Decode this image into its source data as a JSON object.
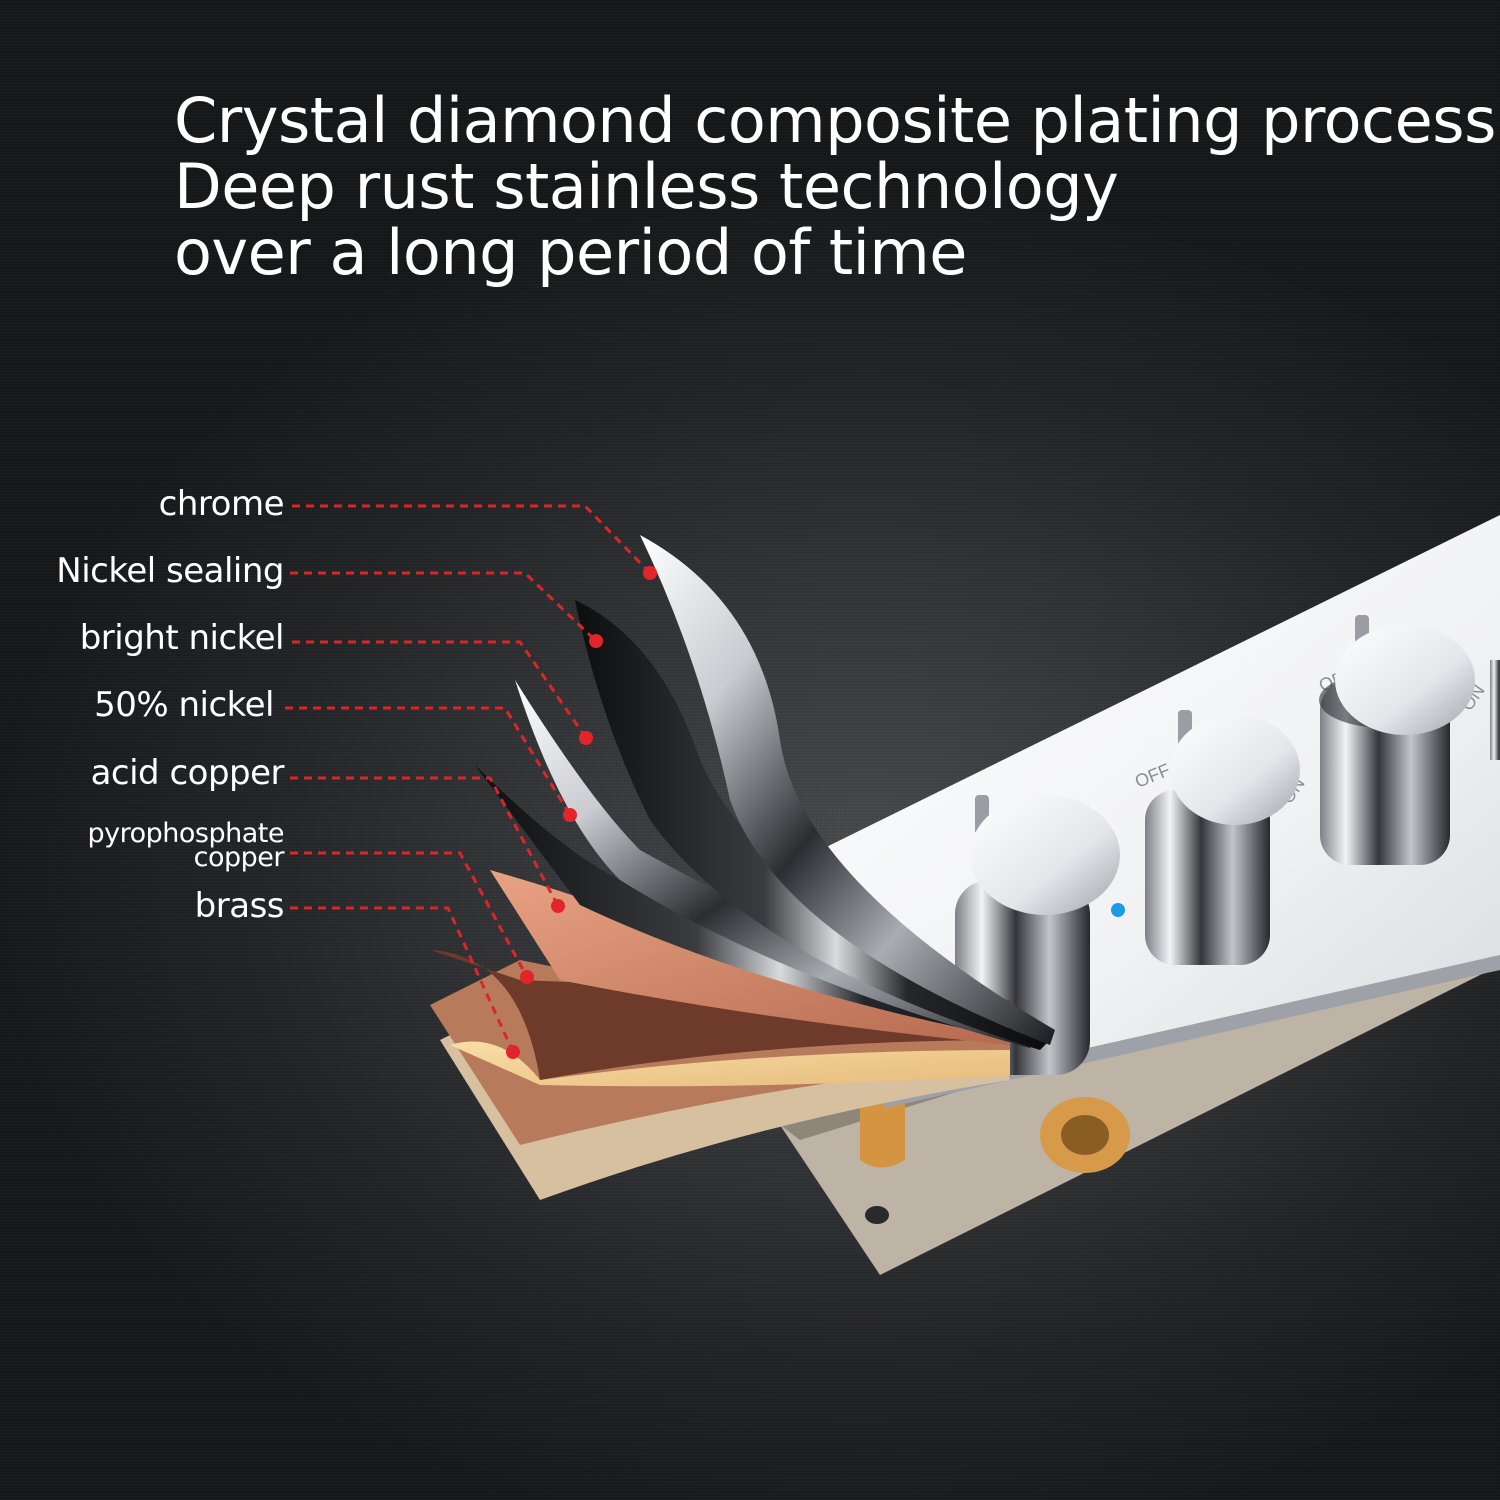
{
  "headline": {
    "line1": "Crystal diamond composite plating process",
    "line2": "Deep rust stainless technology",
    "line3": "over a long period of time"
  },
  "layers": [
    {
      "id": "chrome",
      "label": "chrome"
    },
    {
      "id": "nickel-sealing",
      "label": "Nickel sealing"
    },
    {
      "id": "bright-nickel",
      "label": "bright nickel"
    },
    {
      "id": "50-nickel",
      "label": "50% nickel"
    },
    {
      "id": "acid-copper",
      "label": "acid copper"
    },
    {
      "id": "pyrophosphate-copper",
      "label_line1": "pyrophosphate",
      "label_line2": "copper"
    },
    {
      "id": "brass",
      "label": "brass"
    }
  ],
  "panel": {
    "knob_labels": [
      "OFF",
      "ON",
      "OFF",
      "ON",
      "OFF",
      "ON"
    ]
  },
  "colors": {
    "leader_line": "#d9262b",
    "background": "#2a2b2d",
    "text": "#ffffff"
  }
}
